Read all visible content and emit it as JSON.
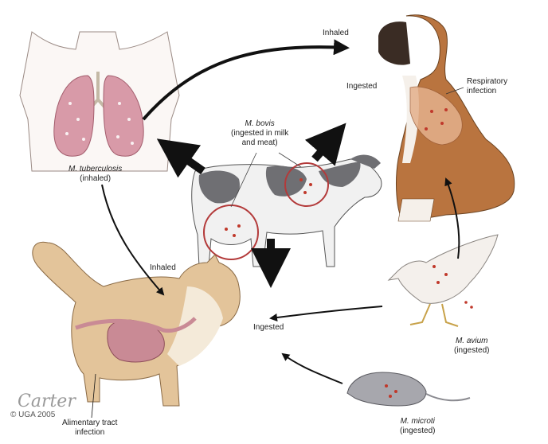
{
  "labels": {
    "inhaled_top": "Inhaled",
    "ingested_dog": "Ingested",
    "respiratory_infection": [
      "Respiratory",
      "infection"
    ],
    "m_tuberculosis": "M. tuberculosis",
    "m_tuberculosis_note": "(inhaled)",
    "m_bovis": "M. bovis",
    "m_bovis_note": [
      "(ingested in milk",
      "and meat)"
    ],
    "inhaled_cat": "Inhaled",
    "ingested_center": "Ingested",
    "m_avium": "M. avium",
    "m_avium_note": "(ingested)",
    "m_microti": "M. microti",
    "m_microti_note": "(ingested)",
    "alimentary": [
      "Alimentary tract",
      "infection"
    ],
    "copyright": "© UGA 2005",
    "signature": "Carter"
  },
  "colors": {
    "arrow": "#111111",
    "infection_circle": "#b33a3a",
    "lung": "#d89aa8",
    "dog": "#b9743f",
    "cow_patch": "#6f6f73",
    "cat": "#e3c49a",
    "intestine": "#c98a95",
    "bird": "#f4f0ec",
    "mouse": "#a7a7ad"
  }
}
